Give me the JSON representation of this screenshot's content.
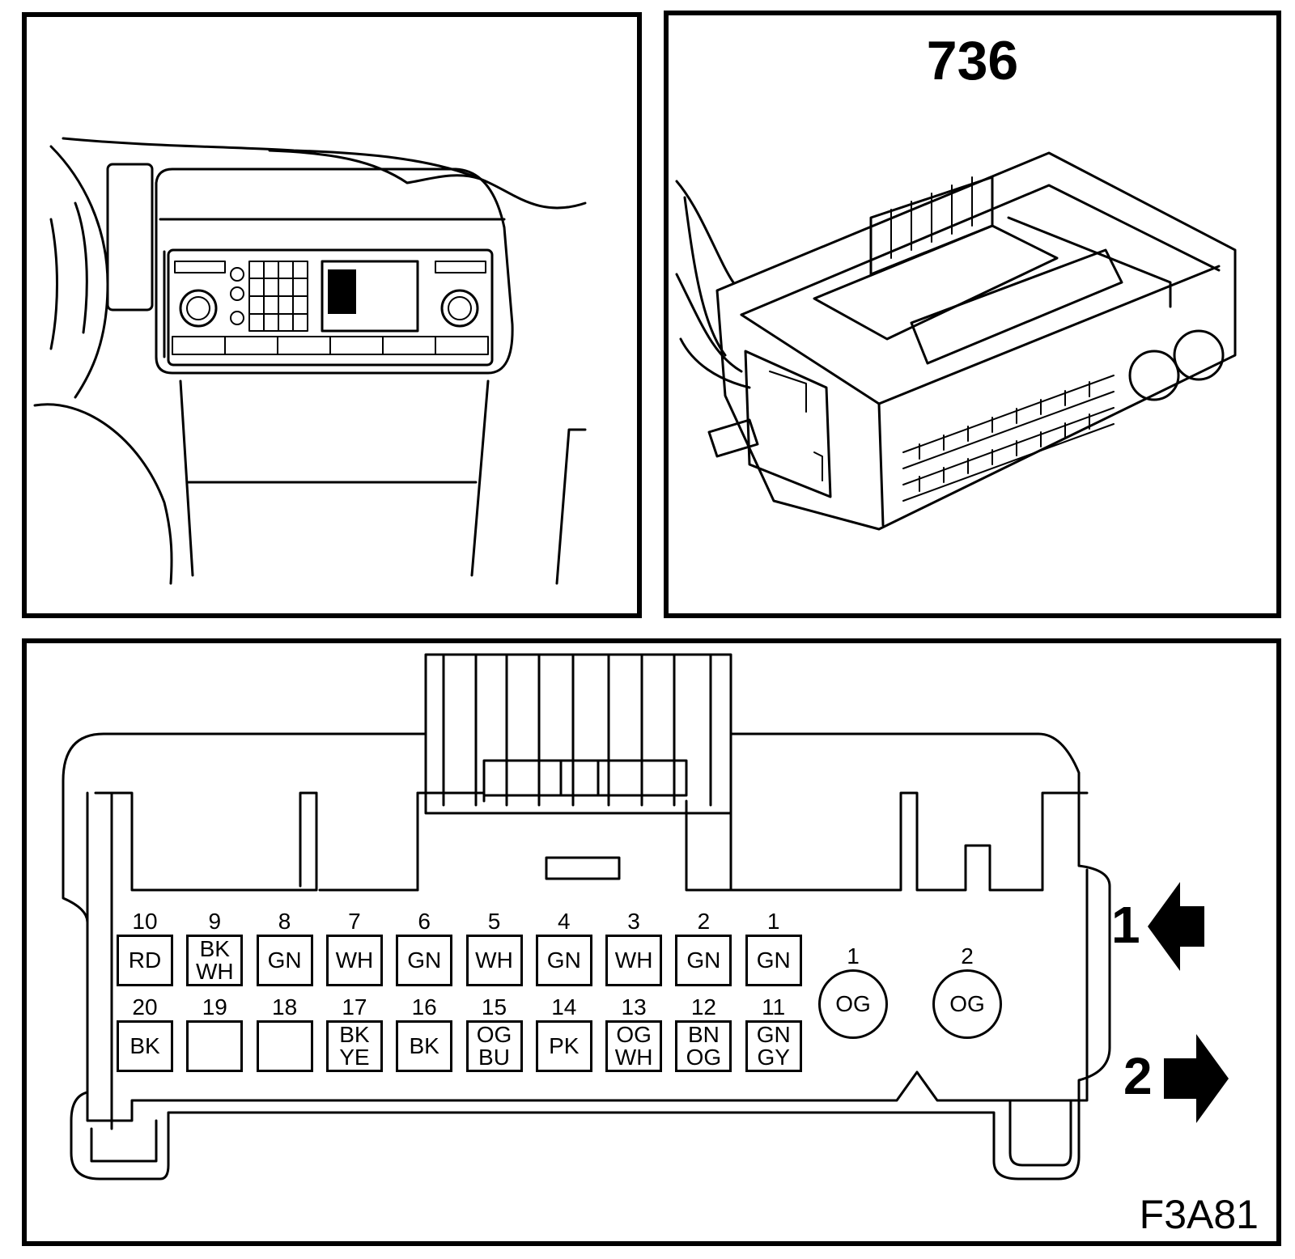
{
  "connector": {
    "id": "736",
    "figure_code": "F3A81"
  },
  "pins_top": [
    {
      "num": "10",
      "lines": [
        "RD"
      ]
    },
    {
      "num": "9",
      "lines": [
        "BK",
        "WH"
      ]
    },
    {
      "num": "8",
      "lines": [
        "GN"
      ]
    },
    {
      "num": "7",
      "lines": [
        "WH"
      ]
    },
    {
      "num": "6",
      "lines": [
        "GN"
      ]
    },
    {
      "num": "5",
      "lines": [
        "WH"
      ]
    },
    {
      "num": "4",
      "lines": [
        "GN"
      ]
    },
    {
      "num": "3",
      "lines": [
        "WH"
      ]
    },
    {
      "num": "2",
      "lines": [
        "GN"
      ]
    },
    {
      "num": "1",
      "lines": [
        "GN"
      ]
    }
  ],
  "pins_bottom": [
    {
      "num": "20",
      "lines": [
        "BK"
      ]
    },
    {
      "num": "19",
      "lines": []
    },
    {
      "num": "18",
      "lines": []
    },
    {
      "num": "17",
      "lines": [
        "BK",
        "YE"
      ]
    },
    {
      "num": "16",
      "lines": [
        "BK"
      ]
    },
    {
      "num": "15",
      "lines": [
        "OG",
        "BU"
      ]
    },
    {
      "num": "14",
      "lines": [
        "PK"
      ]
    },
    {
      "num": "13",
      "lines": [
        "OG",
        "WH"
      ]
    },
    {
      "num": "12",
      "lines": [
        "BN",
        "OG"
      ]
    },
    {
      "num": "11",
      "lines": [
        "GN",
        "GY"
      ]
    }
  ],
  "round_pins": [
    {
      "num": "1",
      "label": "OG"
    },
    {
      "num": "2",
      "label": "OG"
    }
  ],
  "side_markers": [
    {
      "label": "1",
      "icon": "arrow-left-icon"
    },
    {
      "label": "2",
      "icon": "arrow-right-icon"
    }
  ]
}
